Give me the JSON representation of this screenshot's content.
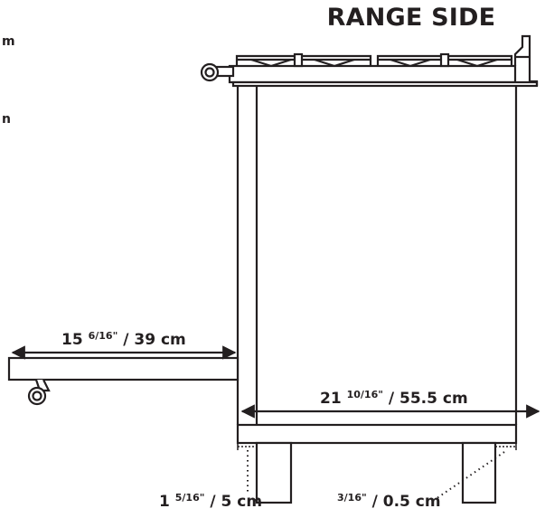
{
  "title": "RANGE SIDE",
  "left_fragments": [
    "m",
    "n"
  ],
  "dimensions": {
    "door_open_depth": {
      "whole": "15",
      "fraction": "6/16\"",
      "metric": " / 39 cm"
    },
    "cabinet_depth": {
      "whole": "21",
      "fraction": "10/16\"",
      "metric": " / 55.5 cm"
    },
    "leg_inset_front": {
      "whole": "1",
      "fraction": "5/16\"",
      "metric": " / 5 cm"
    },
    "leg_inset_back": {
      "whole": "",
      "fraction": "3/16\"",
      "metric": " / 0.5 cm"
    }
  }
}
